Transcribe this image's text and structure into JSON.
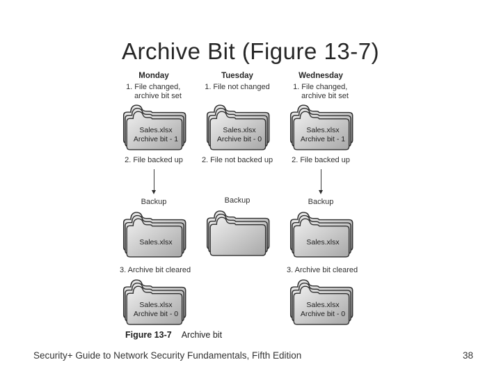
{
  "slide": {
    "title": "Archive Bit (Figure 13-7)",
    "footer_left": "Security+ Guide to Network Security Fundamentals, Fifth Edition",
    "page_number": "38"
  },
  "figure": {
    "caption_label": "Figure 13-7",
    "caption_text": "Archive bit",
    "icons": {
      "folder": "stacked-folder-icon",
      "arrow": "down-arrow"
    },
    "columns": [
      {
        "day": "Monday",
        "step1": {
          "line1": "1. File changed,",
          "line2": "archive bit set"
        },
        "folder1": {
          "line1": "Sales.xlsx",
          "line2": "Archive bit - 1"
        },
        "step2": "2. File backed up",
        "has_arrow": true,
        "backup_label": "Backup",
        "folder2": {
          "line1": "Sales.xlsx",
          "line2": ""
        },
        "step3": "3. Archive bit cleared",
        "folder3": {
          "line1": "Sales.xlsx",
          "line2": "Archive bit - 0"
        }
      },
      {
        "day": "Tuesday",
        "step1": {
          "line1": "1. File not changed",
          "line2": ""
        },
        "folder1": {
          "line1": "Sales.xlsx",
          "line2": "Archive bit - 0"
        },
        "step2": "2. File not backed up",
        "has_arrow": false,
        "backup_label": "Backup",
        "folder2": {
          "line1": "",
          "line2": ""
        },
        "step3": "",
        "folder3": null
      },
      {
        "day": "Wednesday",
        "step1": {
          "line1": "1. File changed,",
          "line2": "archive bit set"
        },
        "folder1": {
          "line1": "Sales.xlsx",
          "line2": "Archive bit - 1"
        },
        "step2": "2. File backed up",
        "has_arrow": true,
        "backup_label": "Backup",
        "folder2": {
          "line1": "Sales.xlsx",
          "line2": ""
        },
        "step3": "3. Archive bit cleared",
        "folder3": {
          "line1": "Sales.xlsx",
          "line2": "Archive bit - 0"
        }
      }
    ]
  },
  "colors": {
    "background": "#ffffff",
    "text": "#2f2f2f",
    "folder_fill_light": "#efefef",
    "folder_fill_dark": "#a8a8a8",
    "folder_outline": "#2e2e2e"
  }
}
